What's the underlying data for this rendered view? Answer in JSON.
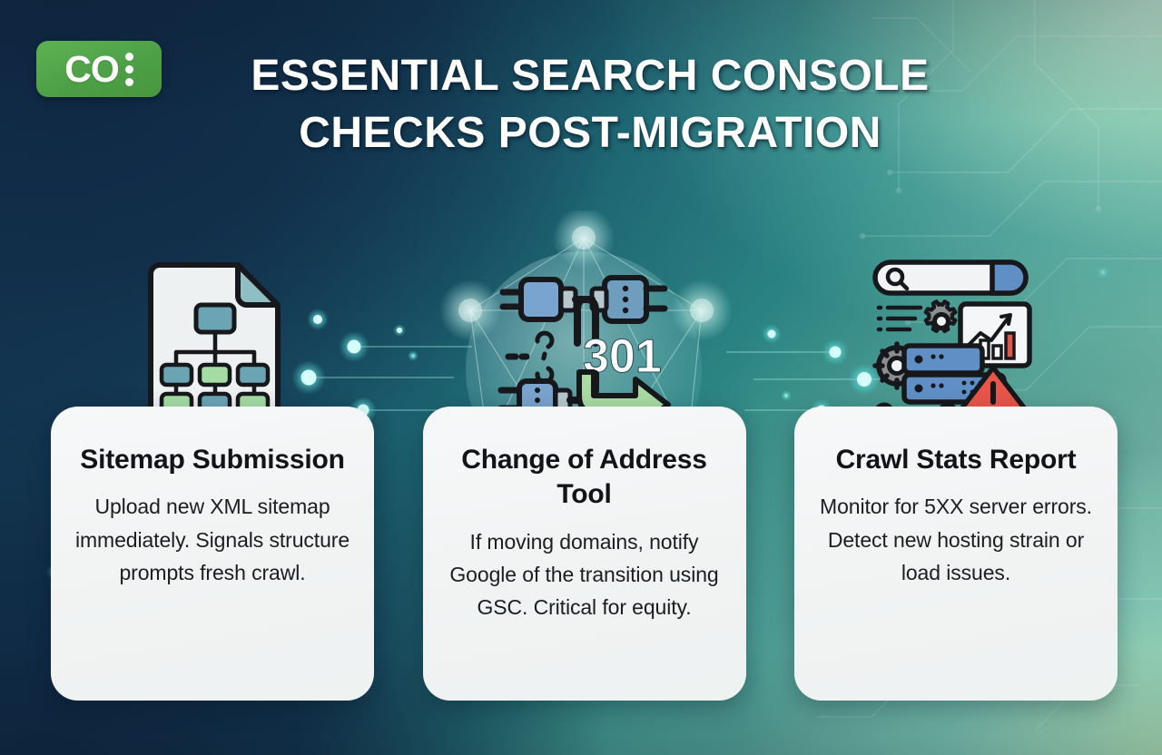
{
  "brand": {
    "logo_text": "CO",
    "logo_dot_count": 3,
    "logo_color": "#4da046"
  },
  "header": {
    "title_line_1": "ESSENTIAL SEARCH CONSOLE",
    "title_line_2": "CHECKS POST-MIGRATION",
    "title_color": "#ffffff"
  },
  "theme": {
    "background_dark": "#14314d",
    "background_teal": "#2b8482",
    "background_mint": "#a9d6b6",
    "card_background": "#f2f4f5",
    "card_title_color": "#121417",
    "card_body_color": "#1b1d20",
    "accent_green": "#a8dca2",
    "accent_blue": "#6f9ecb",
    "warning_red": "#e8564a",
    "glow_cyan": "#7fe7e0"
  },
  "cards": [
    {
      "icon": "sitemap-document-icon",
      "title": "Sitemap Submission",
      "body": "Upload new XML sitemap immediately. Signals structure prompts fresh crawl."
    },
    {
      "icon": "redirect-301-plugs-icon",
      "title": "Change of Address Tool",
      "body": "If moving domains, notify Google of the transition using GSC. Critical for equity."
    },
    {
      "icon": "crawl-stats-server-icon",
      "title": "Crawl Stats Report",
      "body": "Monitor for 5XX server errors. Detect new hosting strain or load issues."
    }
  ],
  "icon_labels": {
    "redirect_code": "301"
  }
}
